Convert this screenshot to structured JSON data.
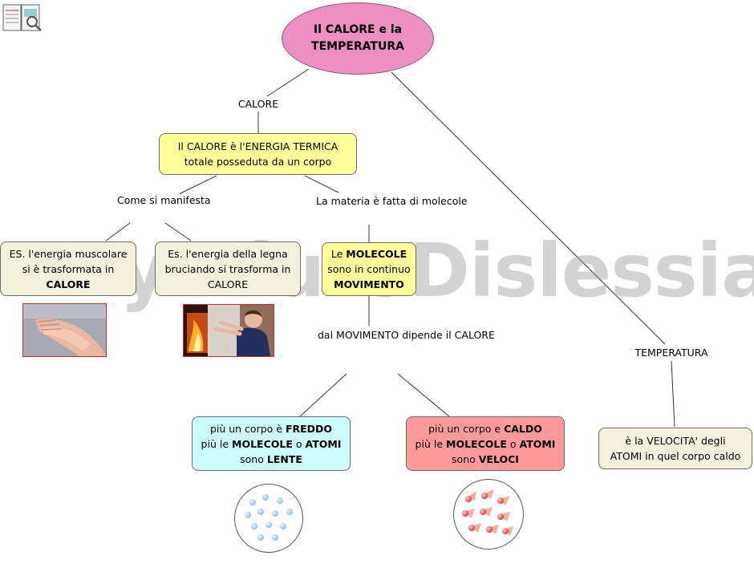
{
  "root": {
    "line1": "Il CALORE",
    "line2": "e la TEMPERATURA"
  },
  "labels": {
    "calore": "CALORE",
    "temperatura": "TEMPERATURA",
    "come_si": "Come si",
    "manifesta": "manifesta",
    "materia1": "La materia è fatta",
    "materia2": "di molecole",
    "dal1": "dal MOVIMENTO",
    "dal2": "dipende il",
    "dal3": "CALORE"
  },
  "nodes": {
    "energia": {
      "l1": "Il CALORE è l'ENERGIA TERMICA",
      "l2": "totale posseduta da un corpo"
    },
    "muscolare": {
      "l1": "ES. l'energia muscolare",
      "l2": "si è trasformata in",
      "l3": "CALORE"
    },
    "legna": {
      "l1": "Es. l'energia della legna",
      "l2": "bruciando si trasforma in",
      "l3": "CALORE"
    },
    "molecole": {
      "l1a": "Le ",
      "l1b": "MOLECOLE",
      "l2": "sono in continuo",
      "l3": "MOVIMENTO"
    },
    "freddo": {
      "a1": "più un corpo è ",
      "b1": "FREDDO",
      "a2": "più le ",
      "b2": "MOLECOLE",
      "a3": " o ",
      "b3": "ATOMI",
      "a4": "sono ",
      "b4": "LENTE"
    },
    "caldo": {
      "a1": "più un corpo e ",
      "b1": "CALDO",
      "a2": "più le ",
      "b2": "MOLECOLE",
      "a3": " o ",
      "b3": "ATOMI",
      "a4": "sono ",
      "b4": "VELOCI"
    },
    "velocita": {
      "l1": "è la VELOCITA' degli",
      "l2": "ATOMI in quel corpo caldo"
    }
  },
  "watermark": "By AiutoDislessia.net",
  "colors": {
    "root": "#ee8fc2",
    "yellow": "#ffff99",
    "beige": "#f3f0dc",
    "cyan": "#ccfdfd",
    "red": "#ff9a9a"
  }
}
